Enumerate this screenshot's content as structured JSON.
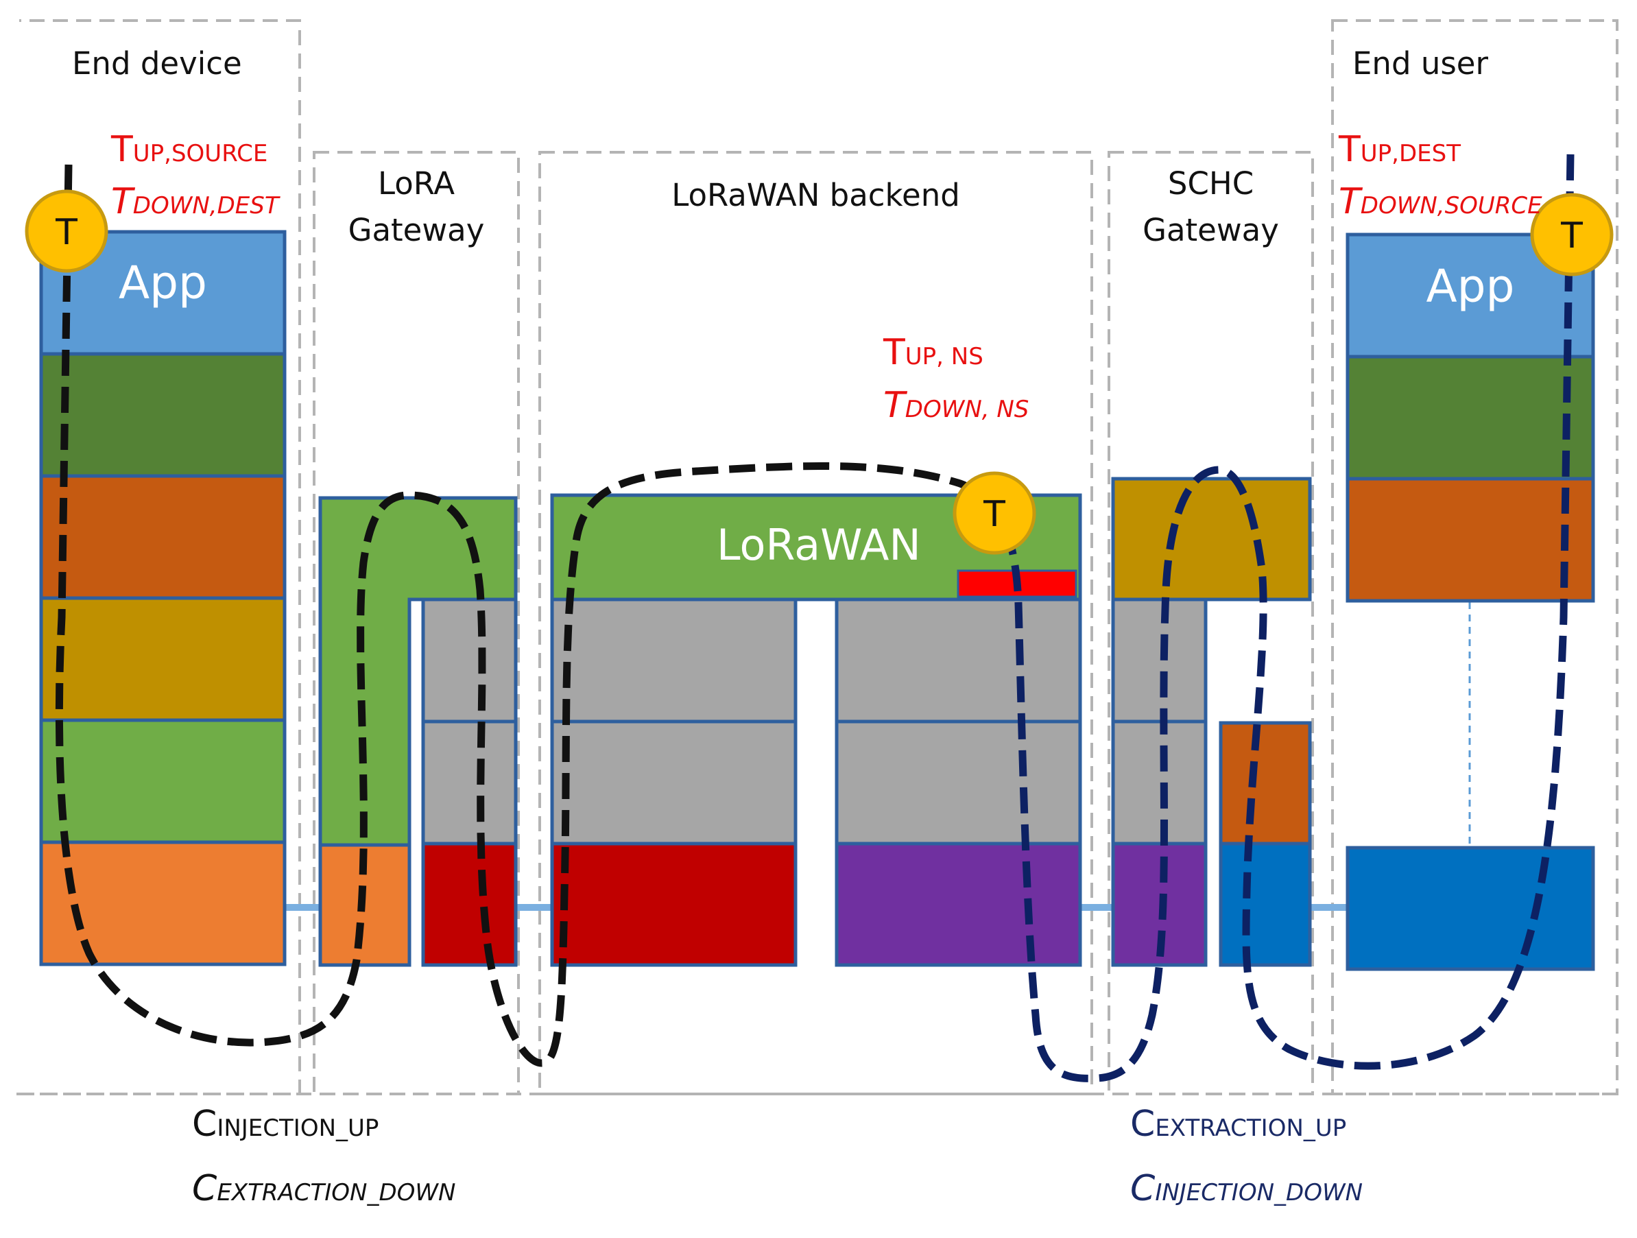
{
  "colors": {
    "app_blue": "#5b9bd5",
    "dark_green": "#548235",
    "rust": "#c55a11",
    "mustard": "#bf9000",
    "light_green": "#70ad47",
    "orange": "#ed7d31",
    "gray": "#a6a6a6",
    "dark_red": "#c00000",
    "bright_red": "#ff0000",
    "purple": "#7030a0",
    "blue": "#0070c0",
    "border": "#2e5f9e",
    "timestamp_fill": "#ffc000",
    "uplink_trace": "#111111",
    "downlink_trace": "#0d2163",
    "red_label": "#e81010",
    "navy_label": "#1a2a66"
  },
  "sections": {
    "end_device": "End device",
    "lora_gateway": [
      "LoRA",
      "Gateway"
    ],
    "lorawan_backend": "LoRaWAN backend",
    "schc_gateway": [
      "SCHC",
      "Gateway"
    ],
    "end_user": "End user"
  },
  "blocks": {
    "app_left": "App",
    "app_right": "App",
    "lorawan": "LoRaWAN"
  },
  "timestamp_marker": "T",
  "labels": {
    "t_up_source": {
      "main": "T",
      "sub": "UP,SOURCE"
    },
    "t_down_dest": {
      "main": "T",
      "sub": "DOWN,DEST"
    },
    "t_up_ns": {
      "main": "T",
      "sub": "UP, NS"
    },
    "t_down_ns": {
      "main": "T",
      "sub": "DOWN, NS"
    },
    "t_up_dest": {
      "main": "T",
      "sub": "UP,DEST"
    },
    "t_down_source": {
      "main": "T",
      "sub": "DOWN,SOURCE"
    },
    "c_injection_up": {
      "main": "C",
      "sub": "INJECTION_UP"
    },
    "c_extraction_down": {
      "main": "C",
      "sub": "EXTRACTION_DOWN"
    },
    "c_extraction_up": {
      "main": "C",
      "sub": "EXTRACTION_UP"
    },
    "c_injection_down": {
      "main": "C",
      "sub": "INJECTION_DOWN"
    }
  }
}
